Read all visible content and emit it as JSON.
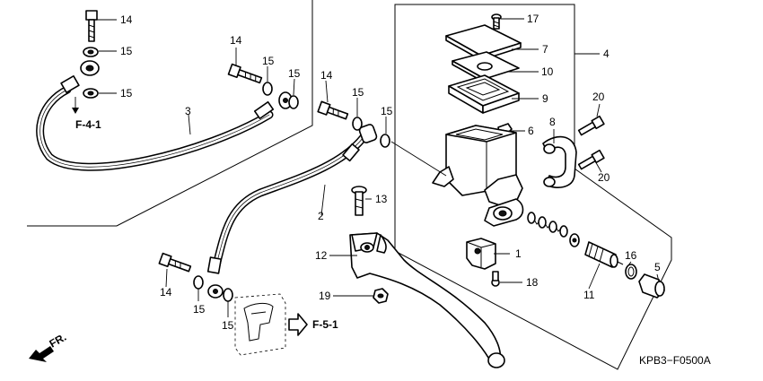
{
  "diagram": {
    "drawing_code": "KPB3−F0500A",
    "front_label": "FR.",
    "refs": {
      "f41": "F-4-1",
      "f51": "F-5-1"
    },
    "callouts": {
      "c14a": "14",
      "c15a": "15",
      "c15b": "15",
      "c3": "3",
      "c14b": "14",
      "c15c": "15",
      "c15d": "15",
      "c14c": "14",
      "c15e": "15",
      "c15f": "15",
      "c2": "2",
      "c13": "13",
      "c12": "12",
      "c19": "19",
      "c14d": "14",
      "c15g": "15",
      "c15h": "15",
      "c17": "17",
      "c7": "7",
      "c10": "10",
      "c9": "9",
      "c6": "6",
      "c4": "4",
      "c8": "8",
      "c20a": "20",
      "c20b": "20",
      "c1": "1",
      "c18": "18",
      "c16": "16",
      "c5": "5",
      "c11": "11"
    }
  }
}
